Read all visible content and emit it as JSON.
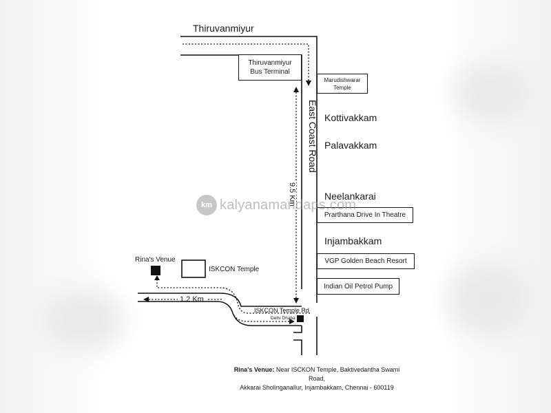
{
  "map": {
    "areas": {
      "thiruvanmiyur": "Thiruvanmiyur",
      "kottivakkam": "Kottivakkam",
      "palavakkam": "Palavakkam",
      "neelankarai": "Neelankarai",
      "injambakkam": "Injambakkam"
    },
    "roads": {
      "ecr": "East Coast Road",
      "iskcon_rd": "ISKCON Temple Rd"
    },
    "distances": {
      "ecr_span": "9.5 Km",
      "to_venue": "1.2 Km"
    },
    "landmarks": {
      "bus_terminal": "Thiruvanmiyur Bus Terminal",
      "marudishwarar": "Marudishwarar Temple",
      "prarthana": "Prarthana Drive In Theatre",
      "vgp": "VGP Golden Beach Resort",
      "indian_oil": "Indian Oil Petrol Pump",
      "iskcon": "ISKCON Temple",
      "delhi_dhaba": "Delhi Dhaba",
      "venue": "Rina's Venue"
    },
    "address": {
      "label": "Rina's Venue:",
      "line1": "Near ISCKON Temple, Baktivedantha Swami Road,",
      "line2": "Akkarai Sholinganallur, Injambakkam, Chennai - 600119"
    },
    "watermark": {
      "logo": "km",
      "text": "kalyanamandaps.com"
    },
    "colors": {
      "ink": "#1a1a1a",
      "background": "#ffffff",
      "watermark": "#8a8a8a"
    }
  }
}
